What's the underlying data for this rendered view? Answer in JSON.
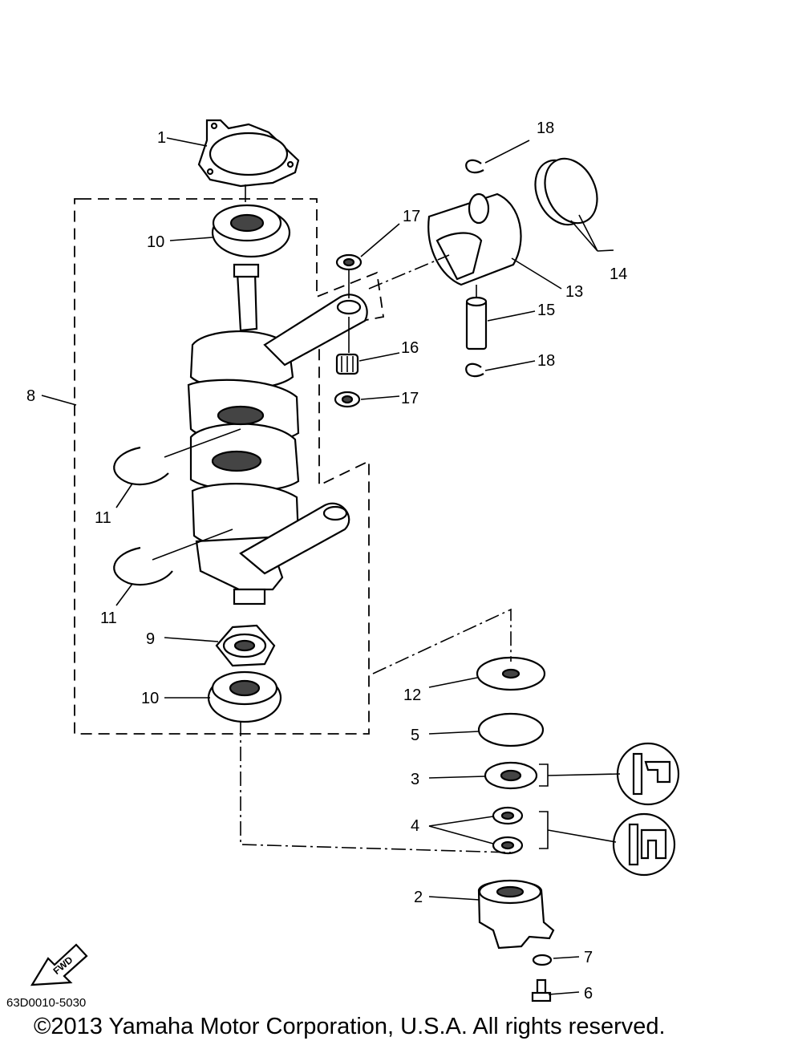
{
  "diagram": {
    "callouts": {
      "p1": "1",
      "p2": "2",
      "p3": "3",
      "p4": "4",
      "p5": "5",
      "p6": "6",
      "p7": "7",
      "p8": "8",
      "p9": "9",
      "p10a": "10",
      "p10b": "10",
      "p11a": "11",
      "p11b": "11",
      "p12": "12",
      "p13": "13",
      "p14": "14",
      "p15": "15",
      "p16": "16",
      "p17a": "17",
      "p17b": "17",
      "p18a": "18",
      "p18b": "18"
    },
    "fwd_label": "FWD",
    "drawing_code": "63D0010-5030",
    "copyright": "©2013 Yamaha Motor Corporation, U.S.A. All rights reserved."
  }
}
